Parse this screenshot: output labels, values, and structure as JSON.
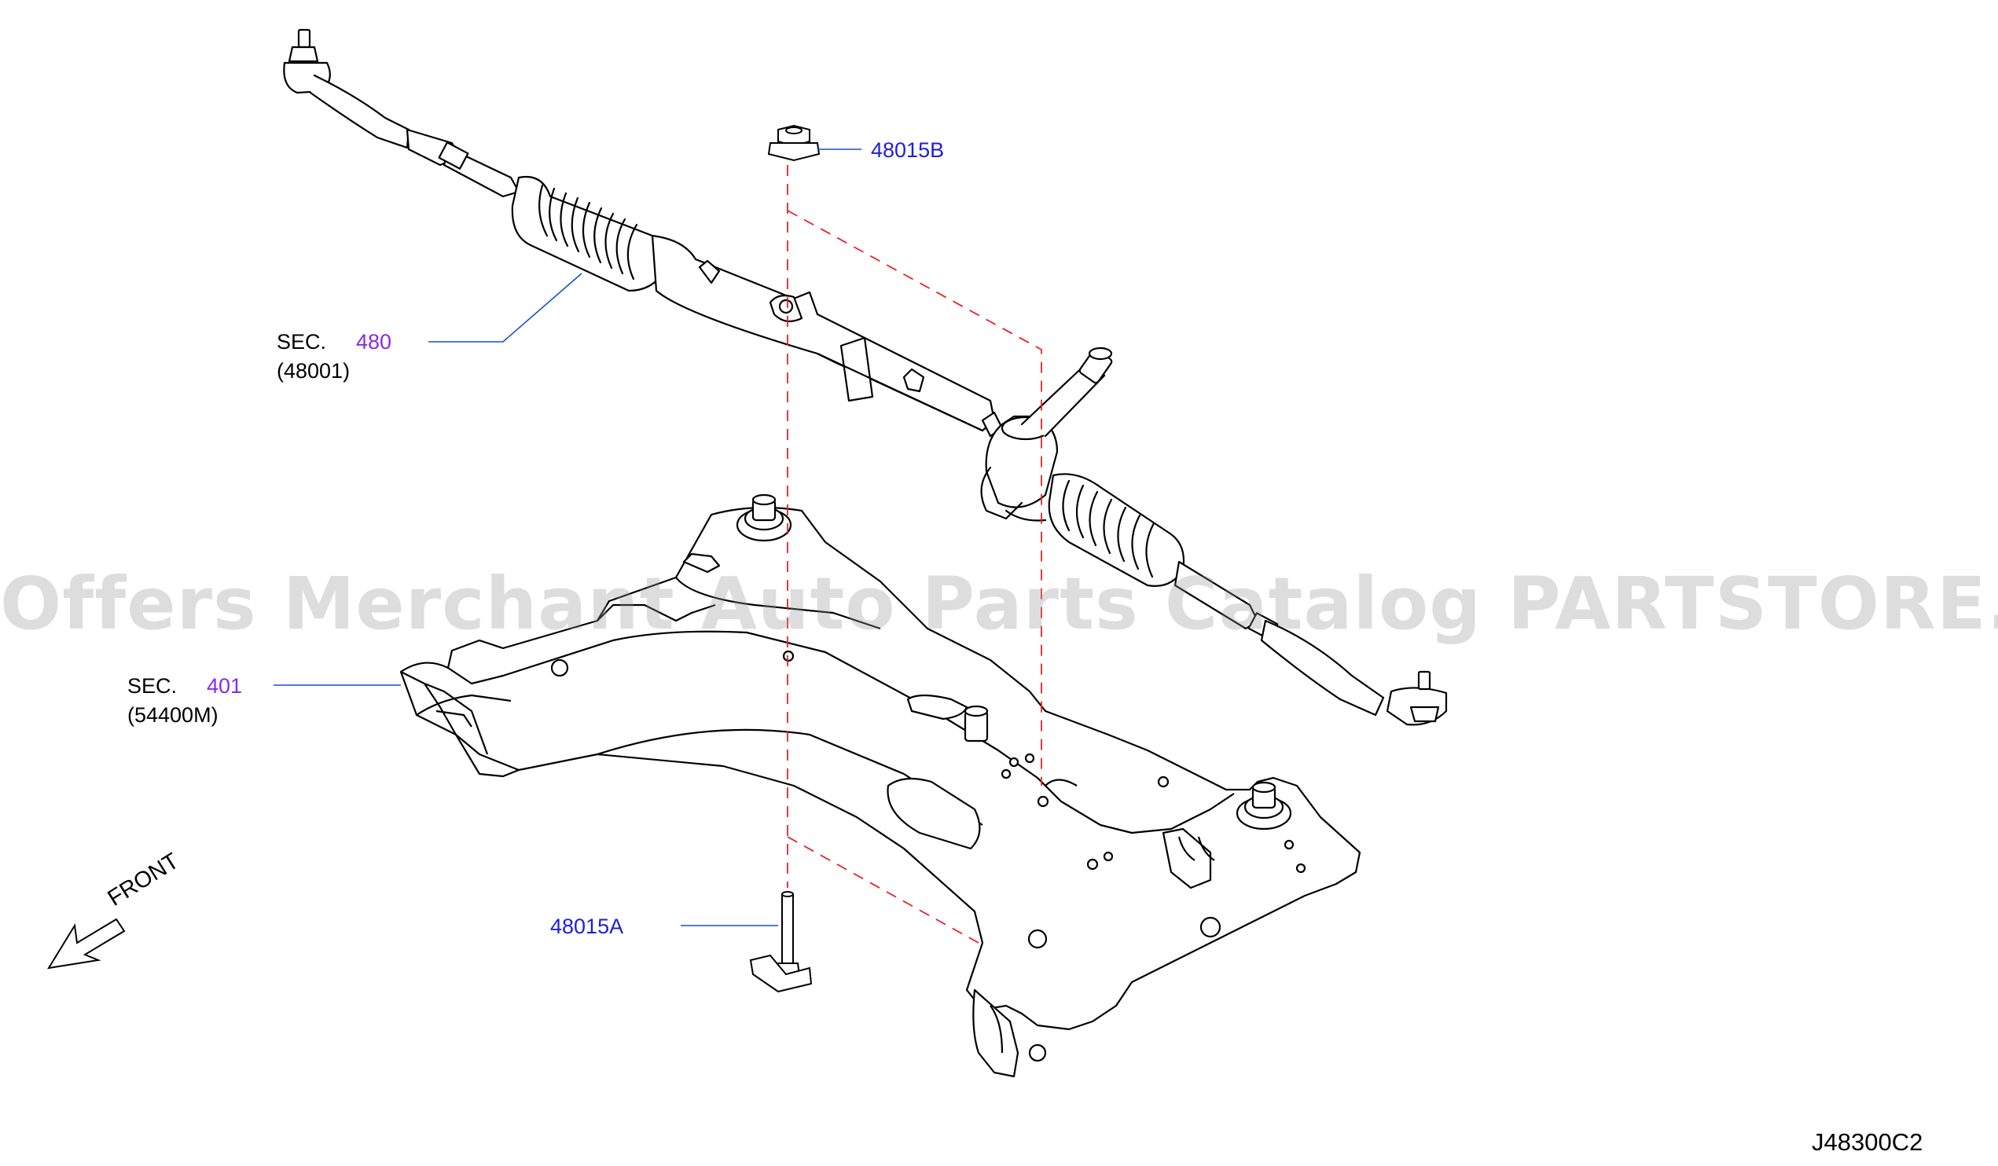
{
  "callouts": {
    "nut": {
      "part_no": "48015B"
    },
    "bolt": {
      "part_no": "48015A"
    },
    "rack": {
      "sec_prefix": "SEC.",
      "sec_no": "480",
      "sub": "(48001)"
    },
    "member": {
      "sec_prefix": "SEC.",
      "sec_no": "401",
      "sub": "(54400M)"
    }
  },
  "front_label": "FRONT",
  "diagram_id": "J48300C2",
  "watermark": "Offers Merchant Auto Parts Catalog PARTSTORE.SA",
  "colors": {
    "part_link": "#1f1fd6",
    "sec_link": "#8a2be2",
    "dashed_line": "#e8222a",
    "leader_line": "#1a4fd0",
    "drawing": "#000000"
  },
  "icons": {
    "front_arrow": "arrow-down-left-icon"
  }
}
